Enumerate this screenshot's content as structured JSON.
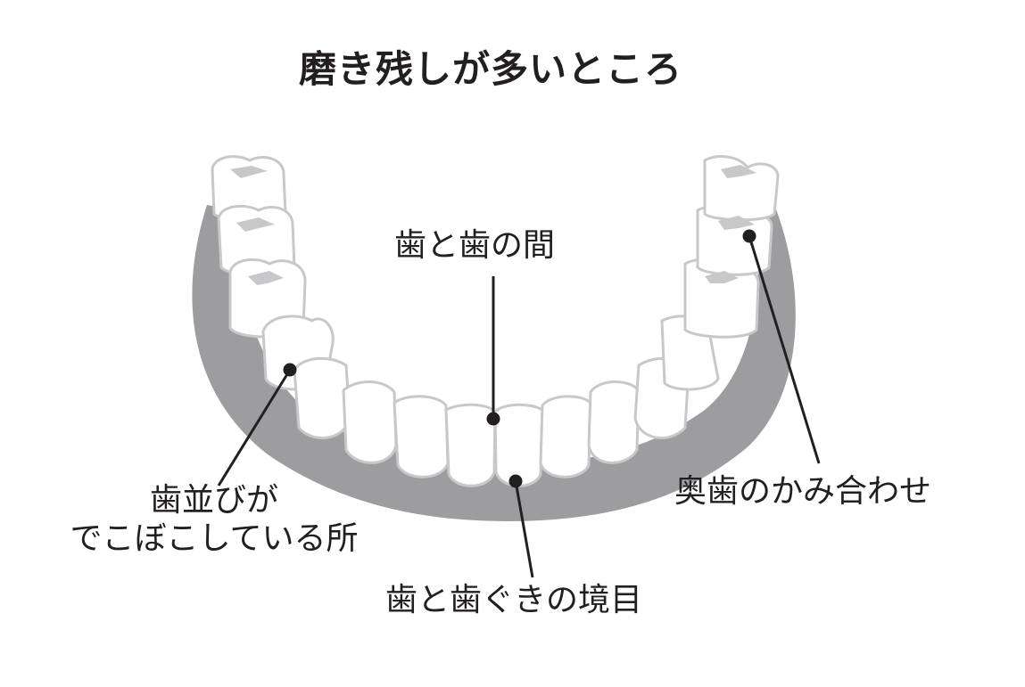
{
  "title": "磨き残しが多いところ",
  "labels": {
    "between_teeth": "歯と歯の間",
    "crooked_line1": "歯並びが",
    "crooked_line2": "でこぼこしている所",
    "gumline": "歯と歯ぐきの境目",
    "molar_bite": "奥歯のかみ合わせ"
  },
  "colors": {
    "gum": "#9d9d9f",
    "tooth_fill": "#ffffff",
    "tooth_outline": "#c8c8ca",
    "tooth_shade": "#dededf",
    "pointer": "#231f20",
    "text": "#231f20"
  }
}
